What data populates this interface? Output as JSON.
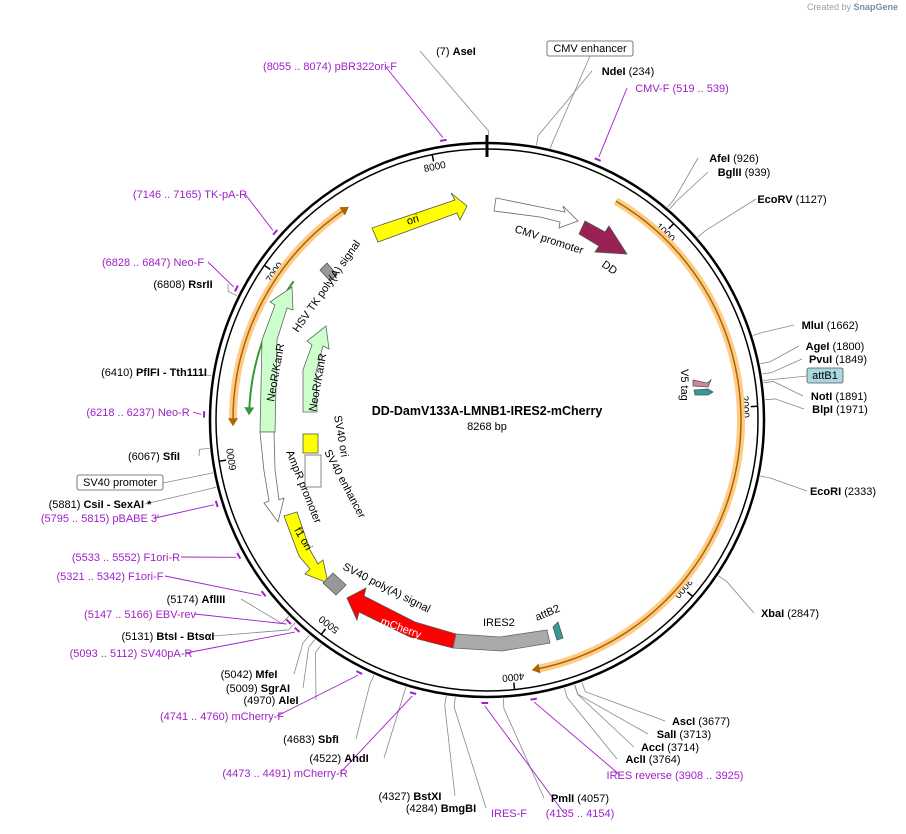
{
  "branding": {
    "prefix": "Created by",
    "name": "SnapGene"
  },
  "map": {
    "title": "DD-DamV133A-LMNB1-IRES2-mCherry",
    "length_label": "8268 bp",
    "total_bp": 8268,
    "ticks": [
      {
        "bp": 1000,
        "label": "1000"
      },
      {
        "bp": 2000,
        "label": "2000"
      },
      {
        "bp": 3000,
        "label": "3000"
      },
      {
        "bp": 4000,
        "label": "4000"
      },
      {
        "bp": 5000,
        "label": "5000"
      },
      {
        "bp": 6000,
        "label": "6000"
      },
      {
        "bp": 7000,
        "label": "7000"
      },
      {
        "bp": 8000,
        "label": "8000"
      }
    ],
    "enzymes": [
      {
        "pos": "(7)",
        "name": "AseI",
        "bp": 7
      },
      {
        "pos": "(234)",
        "name": "NdeI",
        "bp": 234
      },
      {
        "pos": "(926)",
        "name": "AfeI",
        "bp": 926
      },
      {
        "pos": "(939)",
        "name": "BglII",
        "bp": 939
      },
      {
        "pos": "(1127)",
        "name": "EcoRV",
        "bp": 1127
      },
      {
        "pos": "(1662)",
        "name": "MluI",
        "bp": 1662
      },
      {
        "pos": "(1800)",
        "name": "AgeI",
        "bp": 1800
      },
      {
        "pos": "(1849)",
        "name": "PvuI",
        "bp": 1849
      },
      {
        "pos": "(1891)",
        "name": "NotI",
        "bp": 1891
      },
      {
        "pos": "(1971)",
        "name": "BlpI",
        "bp": 1971
      },
      {
        "pos": "(2333)",
        "name": "EcoRI",
        "bp": 2333
      },
      {
        "pos": "(2847)",
        "name": "XbaI",
        "bp": 2847
      },
      {
        "pos": "(3677)",
        "name": "AscI",
        "bp": 3677
      },
      {
        "pos": "(3713)",
        "name": "SalI",
        "bp": 3713
      },
      {
        "pos": "(3714)",
        "name": "AccI",
        "bp": 3714
      },
      {
        "pos": "(3764)",
        "name": "AclI",
        "bp": 3764
      },
      {
        "pos": "(4057)",
        "name": "PmlI",
        "bp": 4057
      },
      {
        "pos": "(4284)",
        "name": "BmgBI",
        "bp": 4284
      },
      {
        "pos": "(4327)",
        "name": "BstXI",
        "bp": 4327
      },
      {
        "pos": "(4522)",
        "name": "AhdI",
        "bp": 4522
      },
      {
        "pos": "(4683)",
        "name": "SbfI",
        "bp": 4683
      },
      {
        "pos": "(4970)",
        "name": "AleI",
        "bp": 4970
      },
      {
        "pos": "(5009)",
        "name": "SgrAI",
        "bp": 5009
      },
      {
        "pos": "(5042)",
        "name": "MfeI",
        "bp": 5042
      },
      {
        "pos": "(5131)",
        "name": "BtsI",
        "extra": "- BtsαI",
        "bp": 5131
      },
      {
        "pos": "(5174)",
        "name": "AflIII",
        "bp": 5174
      },
      {
        "pos": "(5881)",
        "name": "CsiI",
        "extra": "- SexAI *",
        "bp": 5881
      },
      {
        "pos": "(6067)",
        "name": "SfiI",
        "bp": 6067
      },
      {
        "pos": "(6410)",
        "name": "PflFI",
        "extra": "- Tth111I",
        "bp": 6410
      },
      {
        "pos": "(6808)",
        "name": "RsrII",
        "bp": 6808
      }
    ],
    "primers": [
      {
        "text": "(8055 .. 8074)  pBR322ori-F",
        "bp": 8064
      },
      {
        "text": "CMV-F     (519 .. 539)",
        "bp": 529
      },
      {
        "text": "(7146 .. 7165)  TK-pA-R",
        "bp": 7155
      },
      {
        "text": "(6828 .. 6847)  Neo-F",
        "bp": 6837
      },
      {
        "text": "(6218 .. 6237)  Neo-R",
        "bp": 6227
      },
      {
        "text": "(5795 .. 5815)  pBABE 3'",
        "bp": 5805
      },
      {
        "text": "(5533 .. 5552)  F1ori-R",
        "bp": 5542
      },
      {
        "text": "(5321 .. 5342)  F1ori-F",
        "bp": 5331
      },
      {
        "text": "(5147 .. 5166)  EBV-rev",
        "bp": 5156
      },
      {
        "text": "(5093 .. 5112)  SV40pA-R",
        "bp": 5102
      },
      {
        "text": "(4741 .. 4760)  mCherry-F",
        "bp": 4750
      },
      {
        "text": "(4473 .. 4491)  mCherry-R",
        "bp": 4482
      },
      {
        "text": "IRES-F",
        "bp": 4144
      },
      {
        "text": "(4135 .. 4154)",
        "bp": 4144
      },
      {
        "text": "IRES reverse     (3908 .. 3925)",
        "bp": 3916
      }
    ],
    "boxed_labels": [
      {
        "text": "CMV enhancer",
        "bp": 300
      },
      {
        "text": "attB1",
        "bp": 1880
      },
      {
        "text": "SV40 promoter",
        "bp": 5950
      }
    ],
    "features": [
      {
        "name": "ori",
        "color": "#ffff00"
      },
      {
        "name": "CMV promoter",
        "color": "#ffffff"
      },
      {
        "name": "DD",
        "color": "#992255"
      },
      {
        "name": "HSV TK poly(A) signal",
        "color": "#999999"
      },
      {
        "name": "NeoR/KanR",
        "color": "#ccffcc"
      },
      {
        "name": "NeoR/KanR",
        "color": "#ccffcc"
      },
      {
        "name": "SV40 ori",
        "color": "#ffff00"
      },
      {
        "name": "SV40 enhancer",
        "color": "#ffffff"
      },
      {
        "name": "AmpR promoter",
        "color": "#ffffff"
      },
      {
        "name": "f1 ori",
        "color": "#ffff00"
      },
      {
        "name": "SV40 poly(A) signal",
        "color": "#999999"
      },
      {
        "name": "mCherry",
        "color": "#ff0000"
      },
      {
        "name": "IRES2",
        "color": "#aaaaaa"
      },
      {
        "name": "attB2",
        "color": "#339999"
      },
      {
        "name": "V5 tag",
        "color": "#cc8899"
      }
    ],
    "colors": {
      "orf_outline": "#ffcc88",
      "orf_arrow": "#aa6600",
      "enzyme_line": "#888888",
      "primer": "#a020c8",
      "backbone": "#000000"
    }
  }
}
